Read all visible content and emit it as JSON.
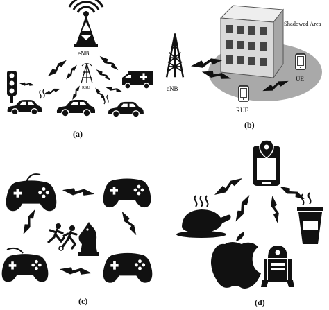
{
  "panels": {
    "a": {
      "caption": "(a)",
      "enb_label": "eNB",
      "rsu_label": "RSU"
    },
    "b": {
      "caption": "(b)",
      "enb_label": "eNB",
      "shadow_label": "Shadowed Area",
      "rue_label": "RUE",
      "ue_label": "UE"
    },
    "c": {
      "caption": "(c)"
    },
    "d": {
      "caption": "(d)"
    }
  },
  "icons": {
    "a": [
      "cell-tower",
      "traffic-light",
      "rsu-antenna",
      "ambulance",
      "car",
      "car",
      "car"
    ],
    "b": [
      "cell-tower",
      "building",
      "phone",
      "phone"
    ],
    "c": [
      "gamepad",
      "gamepad",
      "gamepad",
      "gamepad",
      "football-players",
      "chess-knight"
    ],
    "d": [
      "location-phone",
      "roast-chicken",
      "coffee-cup",
      "apple-logo",
      "robot"
    ]
  },
  "colors": {
    "ink": "#111111",
    "shadow_area": "#a9a9a9",
    "building": "#d9d9d9"
  }
}
